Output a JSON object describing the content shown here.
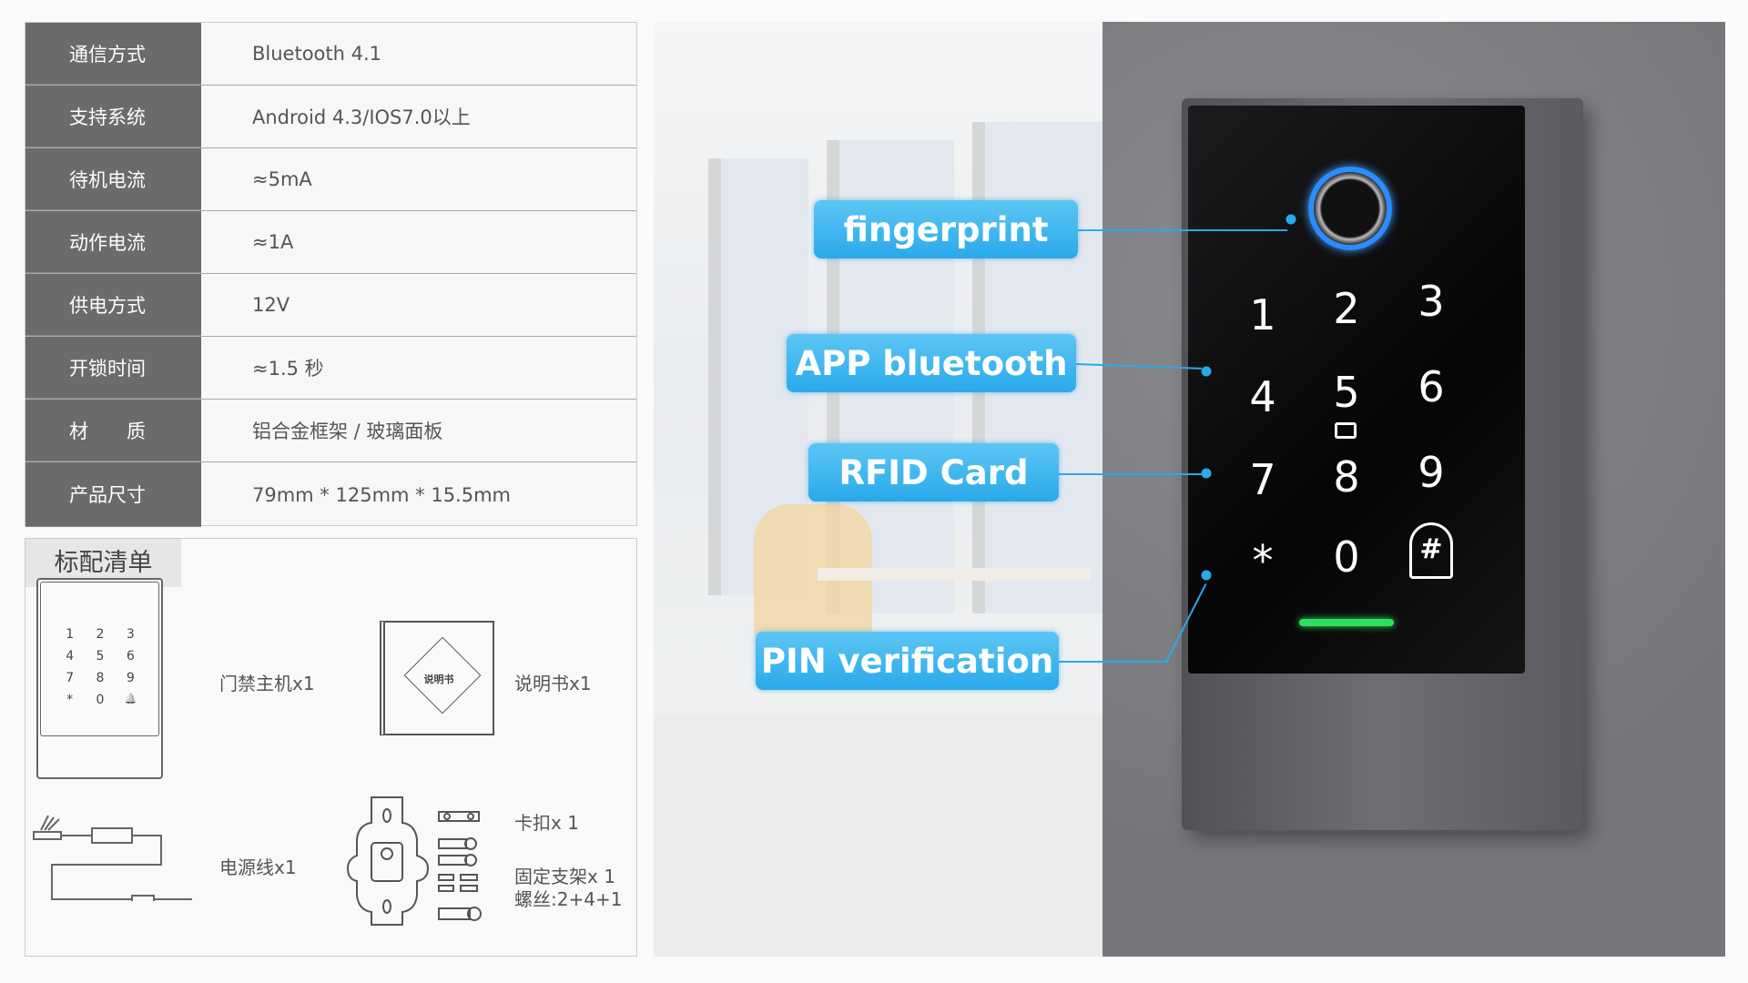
{
  "specs": [
    {
      "label": "通信方式",
      "value": "Bluetooth 4.1"
    },
    {
      "label": "支持系统",
      "value": "Android 4.3/IOS7.0以上"
    },
    {
      "label": "待机电流",
      "value": "≈5mA"
    },
    {
      "label": "动作电流",
      "value": "≈1A"
    },
    {
      "label": "供电方式",
      "value": "12V"
    },
    {
      "label": "开锁时间",
      "value": "≈1.5 秒"
    },
    {
      "label": "材　　质",
      "value": "铝合金框架 / 玻璃面板"
    },
    {
      "label": "产品尺寸",
      "value": "79mm * 125mm * 15.5mm"
    }
  ],
  "package": {
    "title": "标配清单",
    "items": {
      "main_unit": "门禁主机x1",
      "manual": "说明书x1",
      "manual_cover": "说明书",
      "cable": "电源线x1",
      "clip": "卡扣x 1",
      "bracket": "固定支架x 1",
      "screws": "螺丝:2+4+1"
    },
    "mini_keys": [
      "1",
      "2",
      "3",
      "4",
      "5",
      "6",
      "7",
      "8",
      "9",
      "*",
      "0",
      "🔔"
    ]
  },
  "features": {
    "fingerprint": "fingerprint",
    "bluetooth": "APP bluetooth",
    "rfid": "RFID  Card",
    "pin": "PIN verification"
  },
  "keypad": [
    "1",
    "2",
    "3",
    "4",
    "5",
    "6",
    "7",
    "8",
    "9",
    "*",
    "0",
    "#"
  ],
  "colors": {
    "accent": "#2aa9ea",
    "table_label_bg": "#6b6b6b",
    "led": "#2fe060"
  }
}
